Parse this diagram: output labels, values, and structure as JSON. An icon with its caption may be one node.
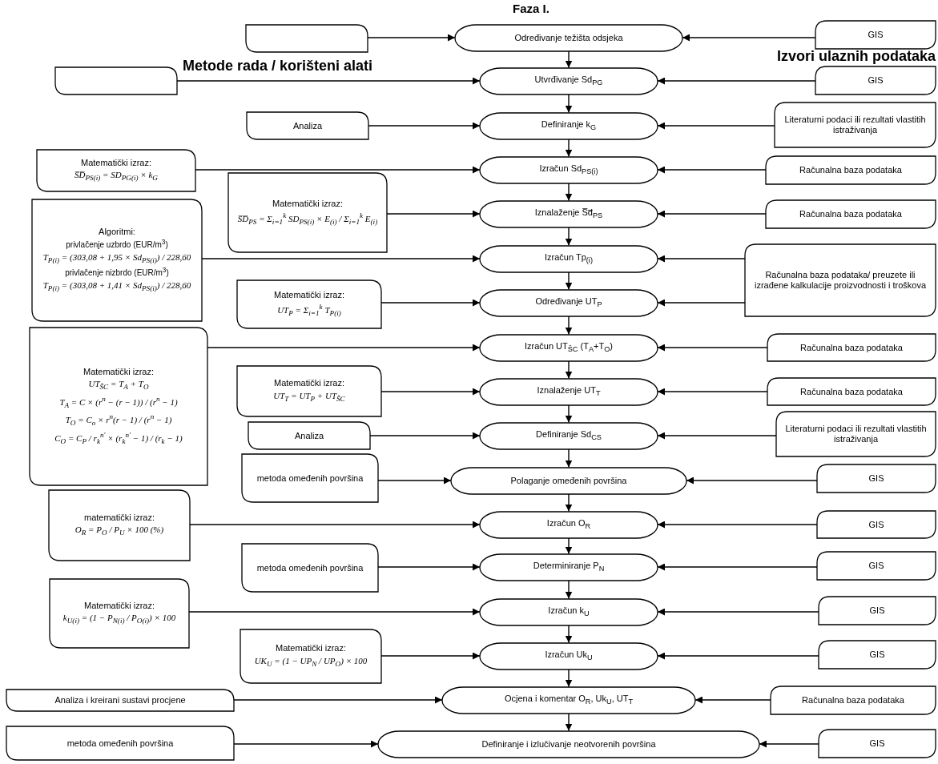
{
  "diagram": {
    "title": "Faza I.",
    "nodes": [
      {
        "text": [],
        "shape": "box"
      },
      {
        "text": [
          "Određivanje težišta odsjeka"
        ]
      },
      {
        "text": [
          "GIS"
        ]
      },
      {
        "text": [],
        "shape": "box"
      },
      {
        "text": [
          "Utvrđivanje Sd$_{PG}$"
        ]
      },
      {
        "text": [
          "GIS"
        ]
      },
      {
        "text": [
          "Analiza"
        ]
      },
      {
        "text": [
          "Definiranje k$_{G}$"
        ]
      },
      {
        "text": [
          "Literaturni podaci ili rezultati vlastitih istraživanja"
        ]
      },
      {
        "text": [
          "Matematički izraz:",
          "S̅D̅$_{PS(i)}$ = SD$_{PG(i)}$ × k$_{G}$"
        ]
      },
      {
        "text": [
          "Izračun Sd$_{PS(i)}$"
        ]
      },
      {
        "text": [
          "Računalna baza podataka"
        ]
      },
      {
        "text": [
          "Matematički izraz:",
          "S̅D̅$_{PS}$ = Σ$_{i=1}$$^{k}$ SD$_{PS(i)}$ × E$_{(i)}$ / Σ$_{i=1}$$^{k}$ E$_{(i)}$"
        ]
      },
      {
        "text": [
          "Iznalaženje S̅d̅$_{PS}$"
        ]
      },
      {
        "text": [
          "Računalna baza podataka"
        ]
      },
      {
        "text": [
          "Algoritmi:",
          "privlačenje uzbrdo (EUR/m$^{3}$)",
          "T$_{P(i)}$ = (303,08 + 1,95 × Sd$_{PS(i)}$) / 228,60",
          "privlačenje nizbrdo (EUR/m$^{3}$)",
          "T$_{P(i)}$ = (303,08 + 1,41 × Sd$_{PS(i)}$) / 228,60"
        ]
      },
      {
        "text": [
          "Izračun Tp$_{(i)}$"
        ]
      },
      {
        "text": [
          "Računalna baza podataka/ preuzete ili izrađene kalkulacije proizvodnosti i troškova"
        ]
      },
      {
        "text": [
          "Matematički izraz:",
          "UT$_{P}$ = Σ$_{i=1}$$^{k}$ T$_{P(i)}$"
        ]
      },
      {
        "text": [
          "Određivanje UT$_{P}$"
        ]
      },
      {
        "text": [
          "Matematički izraz:",
          "UT$_{ŠC}$ = T$_{A}$ + T$_{O}$",
          "T$_{A}$ = C × (r$^{n}$ − (r − 1)) / (r$^{n}$ − 1)",
          "T$_{O}$ = C$_{o}$ × r$^{n}$(r − 1) / (r$^{n}$ − 1)",
          "C$_{O}$ = C$_{P}$ / r$_{k}$$^{n'}$ × (r$_{k}$$^{n'}$ − 1) / (r$_{k}$ − 1)"
        ]
      },
      {
        "text": [
          "Izračun UT$_{ŠC}$ (T$_{A}$+T$_{O}$)"
        ]
      },
      {
        "text": [
          "Računalna baza podataka"
        ]
      },
      {
        "text": [
          "Matematički izraz:",
          "UT$_{T}$ = UT$_{P}$ + UT$_{ŠC}$"
        ]
      },
      {
        "text": [
          "Iznalaženje UT$_{T}$"
        ]
      },
      {
        "text": [
          "Računalna baza podataka"
        ]
      },
      {
        "text": [
          "Analiza"
        ]
      },
      {
        "text": [
          "Definiranje Sd$_{CS}$"
        ]
      },
      {
        "text": [
          "Literaturni podaci ili rezultati vlastitih istraživanja"
        ]
      },
      {
        "text": [
          "metoda omeđenih površina"
        ]
      },
      {
        "text": [
          "Polaganje omeđenih površina"
        ]
      },
      {
        "text": [
          "GIS"
        ]
      },
      {
        "text": [
          "matematički izraz:",
          "O$_{R}$ = P$_{O}$ / P$_{U}$ × 100 (%)"
        ]
      },
      {
        "text": [
          "Izračun O$_{R}$"
        ]
      },
      {
        "text": [
          "GIS"
        ]
      },
      {
        "text": [
          "metoda omeđenih površina"
        ]
      },
      {
        "text": [
          "Determiniranje P$_{N}$"
        ]
      },
      {
        "text": [
          "GIS"
        ]
      },
      {
        "text": [
          "Matematički izraz:",
          "k$_{U(i)}$ = (1 − P$_{N(i)}$ / P$_{O(i)}$) × 100"
        ]
      },
      {
        "text": [
          "Izračun k$_{U}$"
        ]
      },
      {
        "text": [
          "GIS"
        ]
      },
      {
        "text": [
          "Matematički izraz:",
          "UK$_{U}$ = (1 − UP$_{N}$ / UP$_{O}$) × 100"
        ]
      },
      {
        "text": [
          "Izračun Uk$_{U}$"
        ]
      },
      {
        "text": [
          "GIS"
        ]
      },
      {
        "text": [
          "Analiza i kreirani sustavi procjene"
        ]
      },
      {
        "text": [
          "Ocjena i komentar O$_{R}$, Uk$_{U}$, UT$_{T}$"
        ]
      },
      {
        "text": [
          "Računalna baza podataka"
        ]
      },
      {
        "text": [
          "metoda omeđenih površina"
        ]
      },
      {
        "text": [
          "Definiranje i izlučivanje neotvorenih površina"
        ]
      },
      {
        "text": [
          "GIS"
        ]
      }
    ],
    "edges": [
      {
        "from": 0,
        "to": 1,
        "arrow": "to"
      },
      {
        "from": 2,
        "to": 1,
        "arrow": "to"
      },
      {
        "from": 1,
        "to": 4,
        "arrow": "to"
      },
      {
        "from": 3,
        "to": 4,
        "arrow": "to"
      },
      {
        "from": 5,
        "to": 4,
        "arrow": "to"
      },
      {
        "from": 4,
        "to": 7,
        "arrow": "to"
      },
      {
        "from": 6,
        "to": 7,
        "arrow": "to"
      },
      {
        "from": 8,
        "to": 7,
        "arrow": "to"
      },
      {
        "from": 7,
        "to": 10,
        "arrow": "to"
      },
      {
        "from": 9,
        "to": 10,
        "arrow": "to"
      },
      {
        "from": 11,
        "to": 10,
        "arrow": "to"
      },
      {
        "from": 10,
        "to": 13,
        "arrow": "to"
      },
      {
        "from": 12,
        "to": 13,
        "arrow": "to"
      },
      {
        "from": 14,
        "to": 13,
        "arrow": "to"
      },
      {
        "from": 13,
        "to": 16,
        "arrow": "to"
      },
      {
        "from": 15,
        "to": 16,
        "arrow": "to"
      },
      {
        "from": 17,
        "to": 16,
        "arrow": "to"
      },
      {
        "from": 16,
        "to": 19,
        "arrow": "to"
      },
      {
        "from": 18,
        "to": 19,
        "arrow": "to"
      },
      {
        "from": 17,
        "to": 19,
        "arrow": "to"
      },
      {
        "from": 19,
        "to": 21,
        "arrow": "to"
      },
      {
        "from": 20,
        "to": 21,
        "arrow": "to"
      },
      {
        "from": 22,
        "to": 21,
        "arrow": "to"
      },
      {
        "from": 21,
        "to": 24,
        "arrow": "to"
      },
      {
        "from": 23,
        "to": 24,
        "arrow": "to"
      },
      {
        "from": 25,
        "to": 24,
        "arrow": "to"
      },
      {
        "from": 24,
        "to": 27,
        "arrow": "to"
      },
      {
        "from": 26,
        "to": 27,
        "arrow": "to"
      },
      {
        "from": 28,
        "to": 27,
        "arrow": "to"
      },
      {
        "from": 27,
        "to": 30,
        "arrow": "to"
      },
      {
        "from": 29,
        "to": 30,
        "arrow": "to"
      },
      {
        "from": 31,
        "to": 30,
        "arrow": "to"
      },
      {
        "from": 30,
        "to": 33,
        "arrow": "to"
      },
      {
        "from": 32,
        "to": 33,
        "arrow": "to"
      },
      {
        "from": 34,
        "to": 33,
        "arrow": "to"
      },
      {
        "from": 33,
        "to": 36,
        "arrow": "to"
      },
      {
        "from": 35,
        "to": 36,
        "arrow": "to"
      },
      {
        "from": 37,
        "to": 36,
        "arrow": "to"
      },
      {
        "from": 36,
        "to": 39,
        "arrow": "to"
      },
      {
        "from": 38,
        "to": 39,
        "arrow": "to"
      },
      {
        "from": 40,
        "to": 39,
        "arrow": "to"
      },
      {
        "from": 39,
        "to": 42,
        "arrow": "to"
      },
      {
        "from": 41,
        "to": 42,
        "arrow": "to"
      },
      {
        "from": 43,
        "to": 42,
        "arrow": "to"
      },
      {
        "from": 42,
        "to": 45,
        "arrow": "to"
      },
      {
        "from": 44,
        "to": 45,
        "arrow": "to"
      },
      {
        "from": 46,
        "to": 45,
        "arrow": "to"
      },
      {
        "from": 45,
        "to": 48,
        "arrow": "to"
      },
      {
        "from": 47,
        "to": 48,
        "arrow": "to"
      },
      {
        "from": 49,
        "to": 48,
        "arrow": "to"
      }
    ],
    "labels": [
      "Metode rada / korišteni alati",
      "Izvori ulaznih podataka"
    ]
  }
}
